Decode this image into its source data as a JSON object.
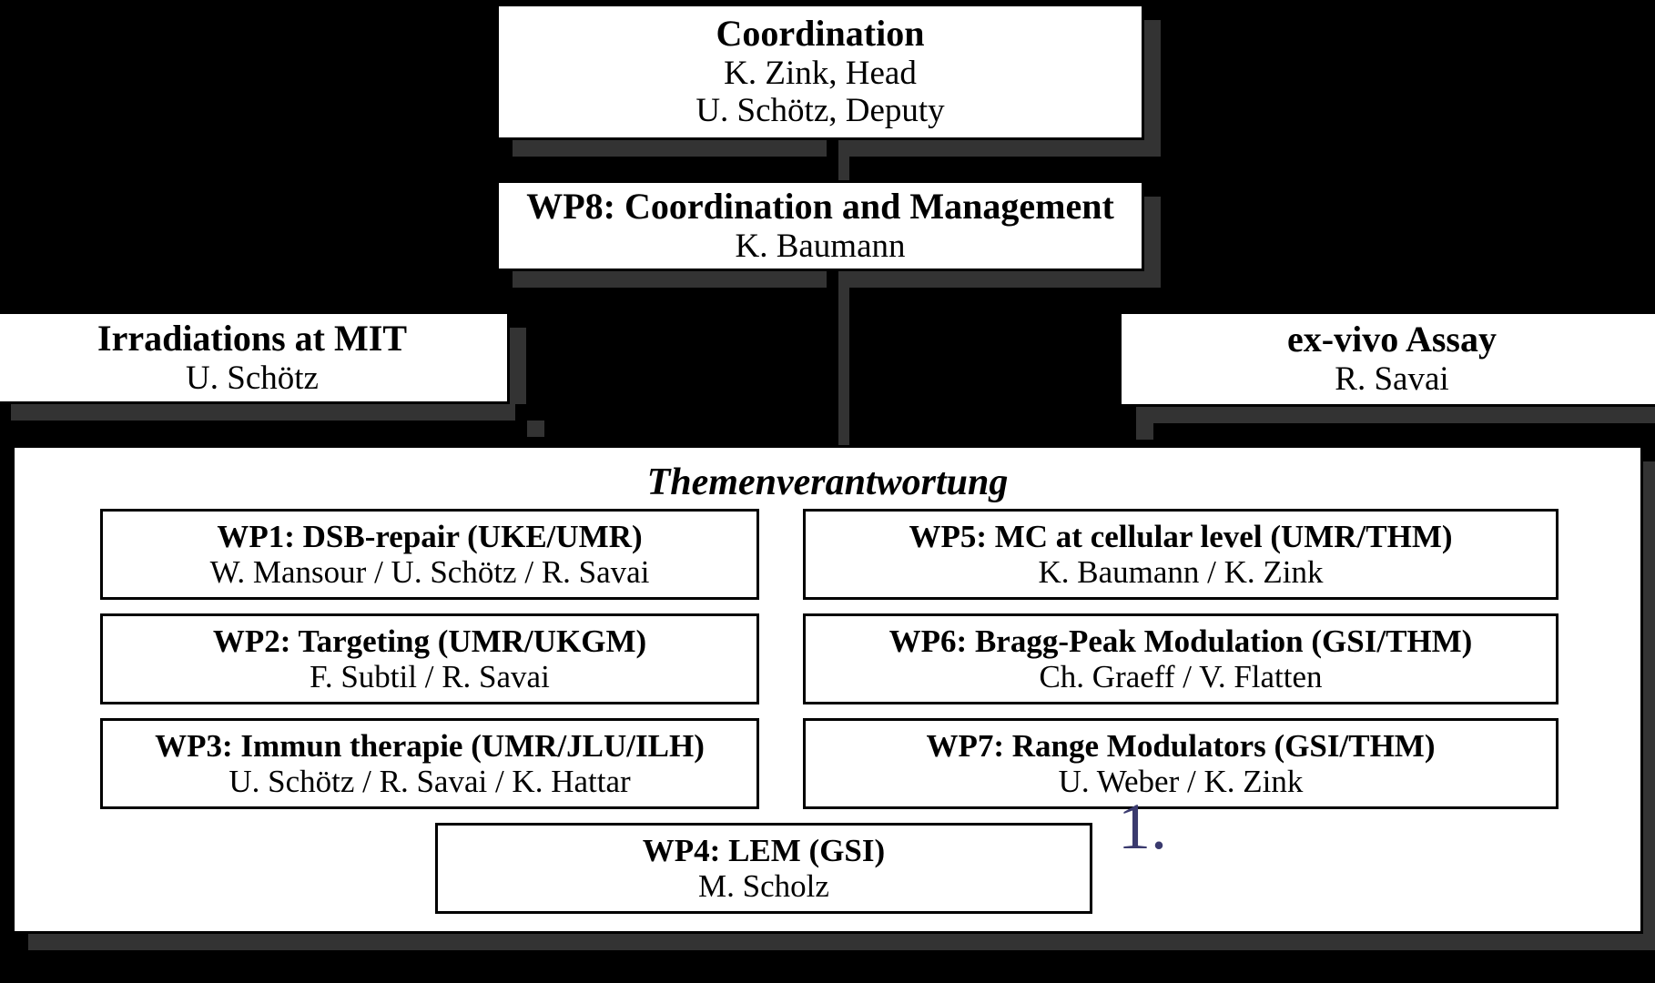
{
  "diagram": {
    "background_color": "#000000",
    "box_fill": "#ffffff",
    "box_border": "#000000",
    "shadow_color": "#333333",
    "annotation_color": "#3a3a6e",
    "nodes": {
      "coordination": {
        "title": "Coordination",
        "line2": "K. Zink, Head",
        "line3": "U. Schötz, Deputy"
      },
      "wp8": {
        "title": "WP8: Coordination and Management",
        "line2": "K. Baumann"
      },
      "irradiations": {
        "title": "Irradiations at MIT",
        "line2": "U. Schötz"
      },
      "exvivo": {
        "title": "ex-vivo Assay",
        "line2": "R. Savai"
      }
    },
    "themen": {
      "heading": "Themenverantwortung",
      "workpackages": [
        {
          "id": "wp1",
          "title": "WP1: DSB-repair (UKE/UMR)",
          "line2": "W. Mansour / U. Schötz / R. Savai"
        },
        {
          "id": "wp2",
          "title": "WP2: Targeting (UMR/UKGM)",
          "line2": "F. Subtil / R. Savai"
        },
        {
          "id": "wp3",
          "title": "WP3: Immun therapie (UMR/JLU/ILH)",
          "line2": "U. Schötz / R. Savai / K. Hattar"
        },
        {
          "id": "wp4",
          "title": "WP4: LEM (GSI)",
          "line2": "M. Scholz"
        },
        {
          "id": "wp5",
          "title": "WP5: MC at cellular level (UMR/THM)",
          "line2": "K. Baumann / K. Zink"
        },
        {
          "id": "wp6",
          "title": "WP6: Bragg-Peak Modulation (GSI/THM)",
          "line2": "Ch. Graeff / V. Flatten"
        },
        {
          "id": "wp7",
          "title": "WP7: Range Modulators (GSI/THM)",
          "line2": "U. Weber / K. Zink"
        }
      ]
    },
    "annotation": {
      "one": "1."
    }
  }
}
